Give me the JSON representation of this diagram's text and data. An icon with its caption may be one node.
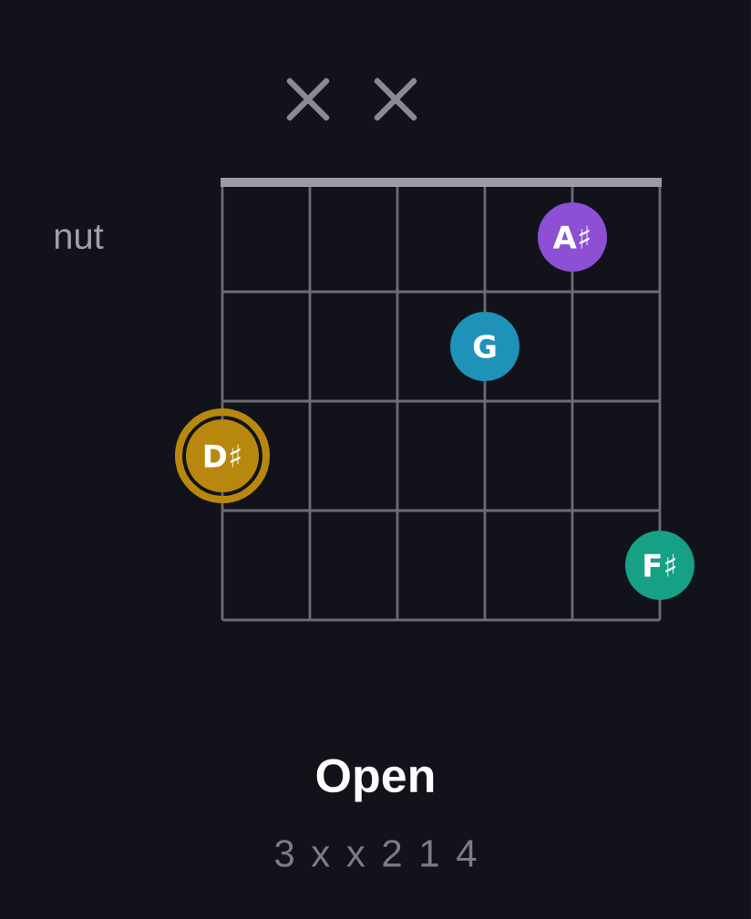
{
  "diagram": {
    "title": "Open",
    "nodes": [
      {
        "text": [
          "A♯"
        ]
      },
      {
        "text": [
          "G"
        ]
      },
      {
        "text": [
          "D♯"
        ]
      },
      {
        "text": [
          "F♯"
        ]
      }
    ],
    "labels": [
      "nut",
      "3 x x 2 1 4"
    ]
  }
}
